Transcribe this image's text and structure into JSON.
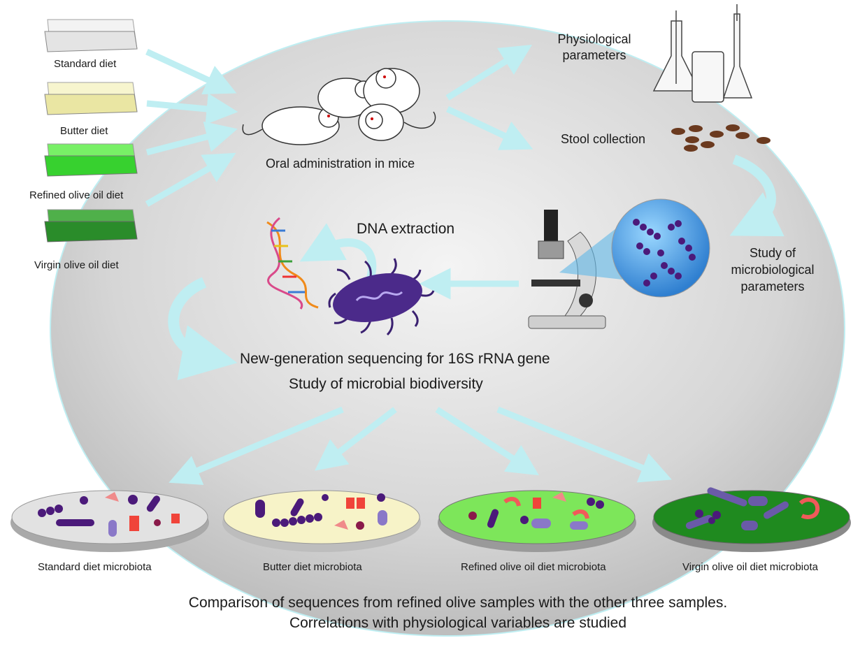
{
  "diets": [
    {
      "label": "Standard diet",
      "color": "#e8e8e8"
    },
    {
      "label": "Butter diet",
      "color": "#f2f0b8"
    },
    {
      "label": "Refined olive oil diet",
      "color": "#3fe03a"
    },
    {
      "label": "Virgin olive oil diet",
      "color": "#2b8a2b"
    }
  ],
  "steps": {
    "oral_administration": "Oral administration in mice",
    "physiological_parameters": "Physiological parameters",
    "stool_collection": "Stool collection",
    "microbiological_parameters": "Study of microbiological parameters",
    "dna_extraction": "DNA extraction",
    "sequencing": "New-generation sequencing for 16S rRNA gene",
    "biodiversity": "Study of microbial biodiversity"
  },
  "microbiota": [
    {
      "label": "Standard diet microbiota",
      "color": "#d9d9d9"
    },
    {
      "label": "Butter diet microbiota",
      "color": "#f7f3c8"
    },
    {
      "label": "Refined olive oil diet microbiota",
      "color": "#7de65a"
    },
    {
      "label": "Virgin olive oil diet microbiota",
      "color": "#1f8a1f"
    }
  ],
  "conclusion": {
    "line1": "Comparison of sequences from refined olive samples with the other three samples.",
    "line2": "Correlations with physiological variables are studied"
  },
  "colors": {
    "arrow": "#bfeef2",
    "ellipse": "#d8d8d8",
    "bacteria": "#4b2a7a",
    "stool": "#6b3a1f"
  }
}
